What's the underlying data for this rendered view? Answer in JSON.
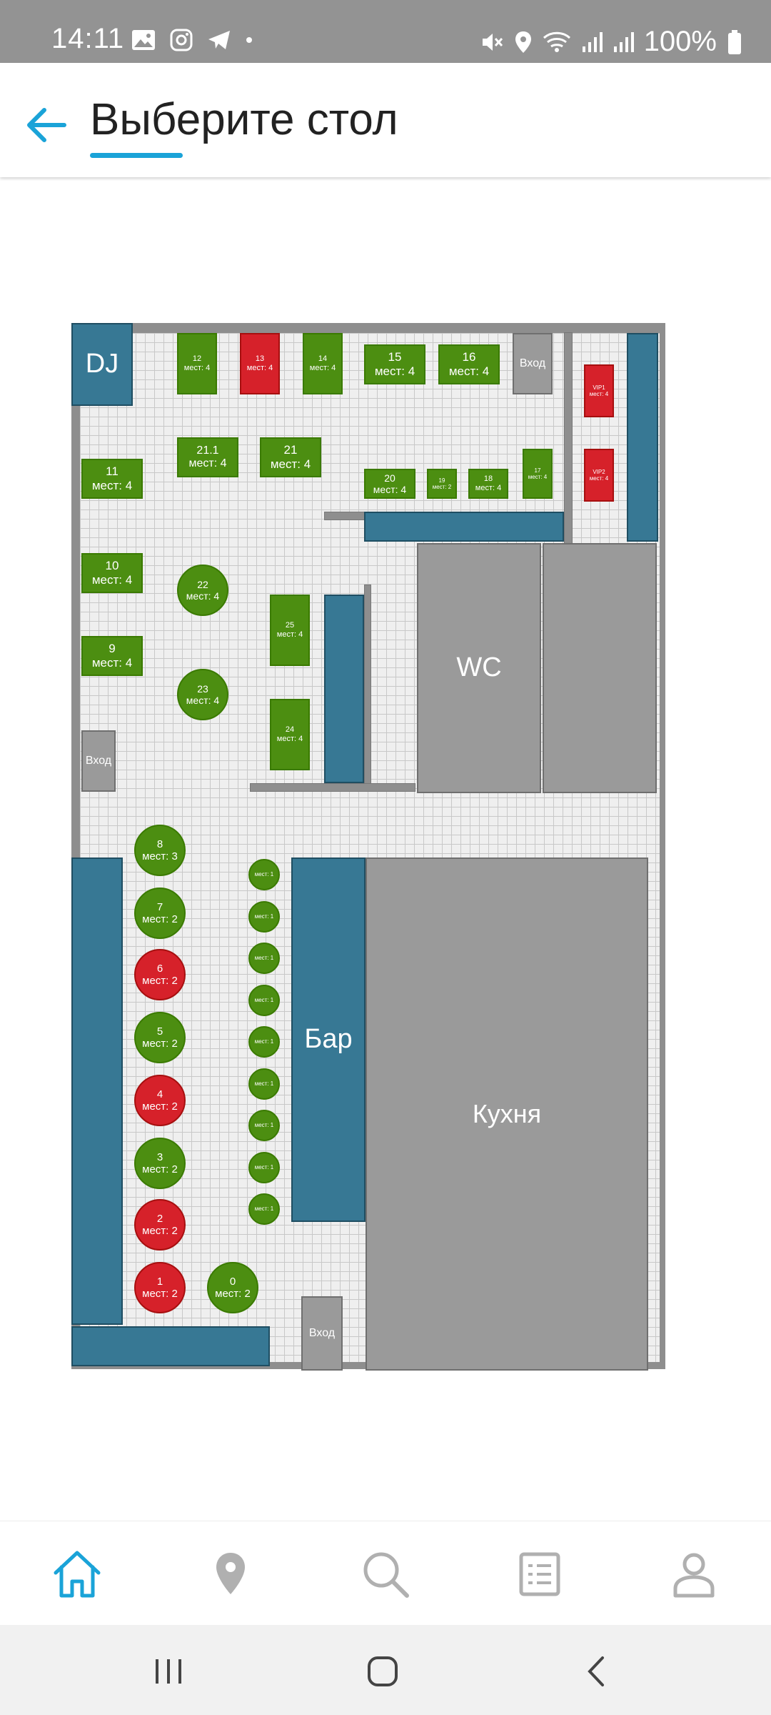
{
  "status_bar": {
    "time": "14:11",
    "battery": "100%"
  },
  "header": {
    "title": "Выберите стол"
  },
  "colors": {
    "accent": "#1aa3d8",
    "free_table": "#4c8e11",
    "booked_table": "#d6212a",
    "furniture": "#377894",
    "room": "#9a9a9a"
  },
  "floor_plan": {
    "rooms": {
      "dj": "DJ",
      "wc": "WC",
      "bar": "Бар",
      "kitchen": "Кухня",
      "entrance": "Вход"
    },
    "tables": [
      {
        "name": "12",
        "seats": "мест: 4",
        "status": "free"
      },
      {
        "name": "13",
        "seats": "мест: 4",
        "status": "booked"
      },
      {
        "name": "14",
        "seats": "мест: 4",
        "status": "free"
      },
      {
        "name": "15",
        "seats": "мест: 4",
        "status": "free"
      },
      {
        "name": "16",
        "seats": "мест: 4",
        "status": "free"
      },
      {
        "name": "VIP1",
        "seats": "мест: 4",
        "status": "booked"
      },
      {
        "name": "VIP2",
        "seats": "мест: 4",
        "status": "booked"
      },
      {
        "name": "11",
        "seats": "мест: 4",
        "status": "free"
      },
      {
        "name": "21.1",
        "seats": "мест: 4",
        "status": "free"
      },
      {
        "name": "21",
        "seats": "мест: 4",
        "status": "free"
      },
      {
        "name": "20",
        "seats": "мест: 4",
        "status": "free"
      },
      {
        "name": "19",
        "seats": "мест: 2",
        "status": "free"
      },
      {
        "name": "18",
        "seats": "мест: 4",
        "status": "free"
      },
      {
        "name": "17",
        "seats": "мест: 4",
        "status": "free"
      },
      {
        "name": "10",
        "seats": "мест: 4",
        "status": "free"
      },
      {
        "name": "22",
        "seats": "мест: 4",
        "status": "free"
      },
      {
        "name": "25",
        "seats": "мест: 4",
        "status": "free"
      },
      {
        "name": "9",
        "seats": "мест: 4",
        "status": "free"
      },
      {
        "name": "23",
        "seats": "мест: 4",
        "status": "free"
      },
      {
        "name": "24",
        "seats": "мест: 4",
        "status": "free"
      },
      {
        "name": "8",
        "seats": "мест: 3",
        "status": "free"
      },
      {
        "name": "7",
        "seats": "мест: 2",
        "status": "free"
      },
      {
        "name": "6",
        "seats": "мест: 2",
        "status": "booked"
      },
      {
        "name": "5",
        "seats": "мест: 2",
        "status": "free"
      },
      {
        "name": "4",
        "seats": "мест: 2",
        "status": "booked"
      },
      {
        "name": "3",
        "seats": "мест: 2",
        "status": "free"
      },
      {
        "name": "2",
        "seats": "мест: 2",
        "status": "booked"
      },
      {
        "name": "1",
        "seats": "мест: 2",
        "status": "booked"
      },
      {
        "name": "0",
        "seats": "мест: 2",
        "status": "free"
      }
    ],
    "bar_seats": [
      {
        "seats": "мест: 1"
      },
      {
        "seats": "мест: 1"
      },
      {
        "seats": "мест: 1"
      },
      {
        "seats": "мест: 1"
      },
      {
        "seats": "мест: 1"
      },
      {
        "seats": "мест: 1"
      },
      {
        "seats": "мест: 1"
      },
      {
        "seats": "мест: 1"
      },
      {
        "seats": "мест: 1"
      }
    ]
  },
  "bottom_nav": [
    {
      "icon": "home-icon",
      "active": true
    },
    {
      "icon": "location-icon",
      "active": false
    },
    {
      "icon": "search-icon",
      "active": false
    },
    {
      "icon": "list-icon",
      "active": false
    },
    {
      "icon": "profile-icon",
      "active": false
    }
  ]
}
